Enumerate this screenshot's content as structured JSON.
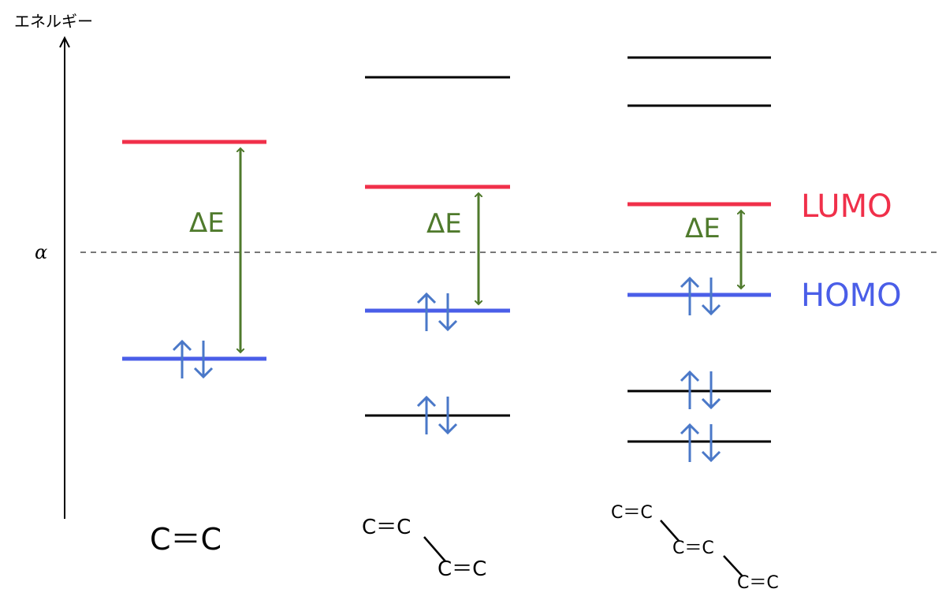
{
  "axis": {
    "label": "エネルギー",
    "reference_label": "α"
  },
  "colors": {
    "lumo": "#f0304a",
    "homo": "#4a5ee8",
    "gap": "#4f7a2c",
    "electron": "#4a78c8",
    "level": "#000000",
    "dashed": "#777777"
  },
  "gap_label": "ΔE",
  "legend": {
    "lumo": "LUMO",
    "homo": "HOMO"
  },
  "molecules": [
    {
      "formula_lines": [
        "C＝C"
      ]
    },
    {
      "formula_lines": [
        "C＝C",
        "C＝C"
      ]
    },
    {
      "formula_lines": [
        "C＝C",
        "C＝C",
        "C＝C"
      ]
    }
  ]
}
